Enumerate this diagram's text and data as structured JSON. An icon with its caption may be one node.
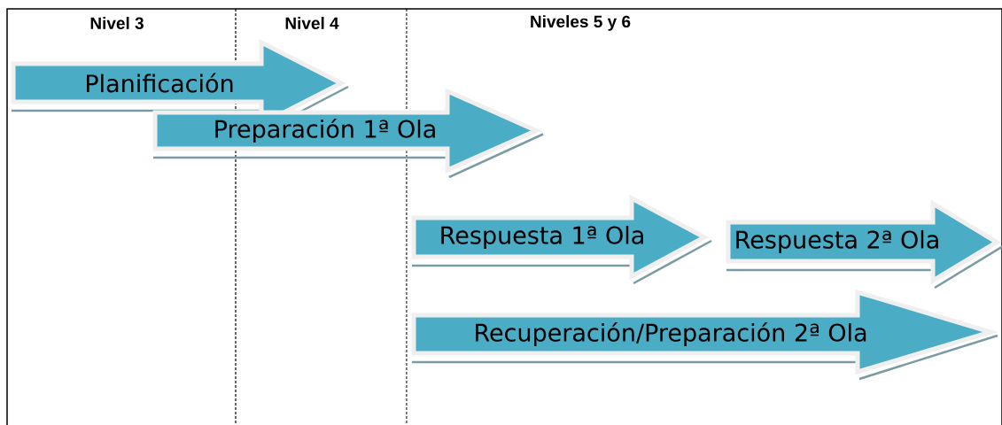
{
  "diagram": {
    "nodes": [
      {
        "text": [
          "Planificación"
        ]
      },
      {
        "text": [
          "Preparación 1ª Ola"
        ]
      },
      {
        "text": [
          "Respuesta 1ª Ola"
        ]
      },
      {
        "text": [
          "Respuesta 2ª Ola"
        ]
      },
      {
        "text": [
          "Recuperación/Preparación 2ª Ola"
        ]
      }
    ],
    "labels": [
      "Nivel 3",
      "Nivel 4",
      "Niveles 5 y 6"
    ]
  }
}
